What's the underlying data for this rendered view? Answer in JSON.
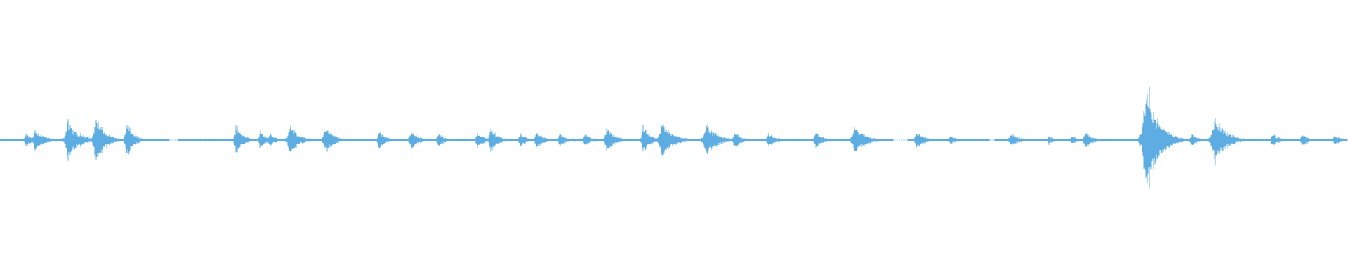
{
  "waveform": {
    "color": "#5dade2",
    "baseline_amplitude": 0.006,
    "peaks": [
      {
        "pos": 0.019,
        "amp": 0.03,
        "width": 0.003
      },
      {
        "pos": 0.026,
        "amp": 0.05,
        "width": 0.004
      },
      {
        "pos": 0.05,
        "amp": 0.09,
        "width": 0.004
      },
      {
        "pos": 0.06,
        "amp": 0.03,
        "width": 0.004
      },
      {
        "pos": 0.071,
        "amp": 0.11,
        "width": 0.004
      },
      {
        "pos": 0.094,
        "amp": 0.08,
        "width": 0.003
      },
      {
        "pos": 0.175,
        "amp": 0.07,
        "width": 0.003
      },
      {
        "pos": 0.193,
        "amp": 0.04,
        "width": 0.003
      },
      {
        "pos": 0.2,
        "amp": 0.03,
        "width": 0.003
      },
      {
        "pos": 0.215,
        "amp": 0.07,
        "width": 0.004
      },
      {
        "pos": 0.241,
        "amp": 0.06,
        "width": 0.004
      },
      {
        "pos": 0.281,
        "amp": 0.04,
        "width": 0.003
      },
      {
        "pos": 0.305,
        "amp": 0.04,
        "width": 0.004
      },
      {
        "pos": 0.325,
        "amp": 0.03,
        "width": 0.003
      },
      {
        "pos": 0.354,
        "amp": 0.04,
        "width": 0.003
      },
      {
        "pos": 0.364,
        "amp": 0.06,
        "width": 0.003
      },
      {
        "pos": 0.386,
        "amp": 0.03,
        "width": 0.003
      },
      {
        "pos": 0.398,
        "amp": 0.04,
        "width": 0.003
      },
      {
        "pos": 0.415,
        "amp": 0.03,
        "width": 0.003
      },
      {
        "pos": 0.434,
        "amp": 0.03,
        "width": 0.003
      },
      {
        "pos": 0.45,
        "amp": 0.05,
        "width": 0.004
      },
      {
        "pos": 0.477,
        "amp": 0.06,
        "width": 0.003
      },
      {
        "pos": 0.491,
        "amp": 0.08,
        "width": 0.005
      },
      {
        "pos": 0.524,
        "amp": 0.07,
        "width": 0.005
      },
      {
        "pos": 0.545,
        "amp": 0.04,
        "width": 0.003
      },
      {
        "pos": 0.57,
        "amp": 0.03,
        "width": 0.004
      },
      {
        "pos": 0.605,
        "amp": 0.03,
        "width": 0.004
      },
      {
        "pos": 0.634,
        "amp": 0.06,
        "width": 0.005
      },
      {
        "pos": 0.68,
        "amp": 0.04,
        "width": 0.004
      },
      {
        "pos": 0.705,
        "amp": 0.02,
        "width": 0.003
      },
      {
        "pos": 0.75,
        "amp": 0.03,
        "width": 0.004
      },
      {
        "pos": 0.778,
        "amp": 0.02,
        "width": 0.003
      },
      {
        "pos": 0.795,
        "amp": 0.02,
        "width": 0.003
      },
      {
        "pos": 0.805,
        "amp": 0.04,
        "width": 0.003
      },
      {
        "pos": 0.85,
        "amp": 0.28,
        "width": 0.005
      },
      {
        "pos": 0.86,
        "amp": 0.04,
        "width": 0.004
      },
      {
        "pos": 0.884,
        "amp": 0.03,
        "width": 0.003
      },
      {
        "pos": 0.901,
        "amp": 0.11,
        "width": 0.005
      },
      {
        "pos": 0.944,
        "amp": 0.03,
        "width": 0.003
      },
      {
        "pos": 0.966,
        "amp": 0.03,
        "width": 0.003
      },
      {
        "pos": 0.99,
        "amp": 0.02,
        "width": 0.004
      }
    ],
    "gaps": [
      {
        "start": 0.126,
        "end": 0.132
      },
      {
        "start": 0.663,
        "end": 0.673
      },
      {
        "start": 0.734,
        "end": 0.738
      }
    ]
  }
}
